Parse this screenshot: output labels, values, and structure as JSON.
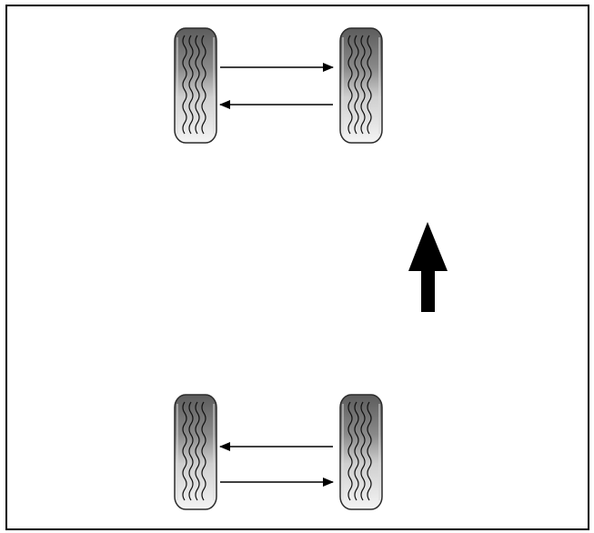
{
  "diagram": {
    "type": "tire-rotation-pattern",
    "tires": [
      {
        "id": "front-left",
        "icon": "tire-icon"
      },
      {
        "id": "front-right",
        "icon": "tire-icon"
      },
      {
        "id": "rear-left",
        "icon": "tire-icon"
      },
      {
        "id": "rear-right",
        "icon": "tire-icon"
      }
    ],
    "swaps": [
      {
        "axle": "front",
        "between": [
          "front-left",
          "front-right"
        ],
        "icon": "double-arrow-icon"
      },
      {
        "axle": "rear",
        "between": [
          "rear-left",
          "rear-right"
        ],
        "icon": "double-arrow-icon"
      }
    ],
    "direction_indicator": {
      "icon": "arrow-up-icon",
      "meaning": "forward"
    },
    "colors": {
      "border": "#000000",
      "tire_dark": "#5a5a5a",
      "tire_light": "#f4f4f4",
      "arrow": "#000000",
      "background": "#ffffff"
    }
  }
}
